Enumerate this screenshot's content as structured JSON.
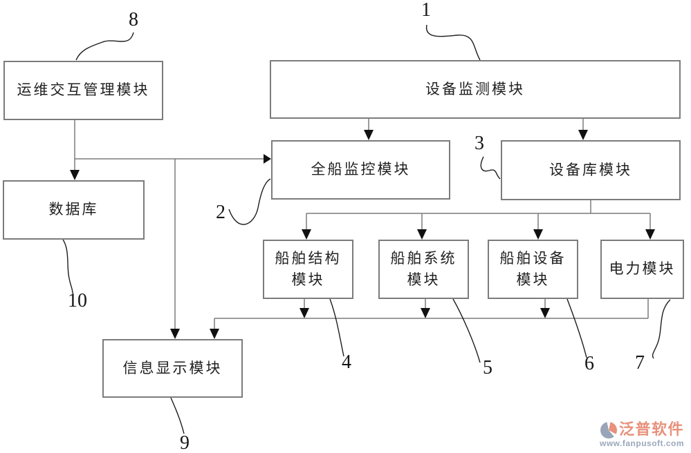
{
  "boxes": {
    "ops": {
      "lines": [
        "运维交互管理模块"
      ]
    },
    "monitor": {
      "lines": [
        "设备监测模块"
      ]
    },
    "ship_monitor": {
      "lines": [
        "全船监控模块"
      ]
    },
    "device_lib": {
      "lines": [
        "设备库模块"
      ]
    },
    "database": {
      "lines": [
        "数据库"
      ]
    },
    "ship_structure": {
      "lines": [
        "船舶结构",
        "模块"
      ]
    },
    "ship_system": {
      "lines": [
        "船舶系统",
        "模块"
      ]
    },
    "ship_device": {
      "lines": [
        "船舶设备",
        "模块"
      ]
    },
    "power": {
      "lines": [
        "电力模块"
      ]
    },
    "info_display": {
      "lines": [
        "信息显示模块"
      ]
    }
  },
  "refs": {
    "r1": "1",
    "r2": "2",
    "r3": "3",
    "r4": "4",
    "r5": "5",
    "r6": "6",
    "r7": "7",
    "r8": "8",
    "r9": "9",
    "r10": "10"
  },
  "ref_targets": {
    "1": "设备监测模块",
    "2": "全船监控模块",
    "3": "设备库模块",
    "4": "船舶结构模块",
    "5": "船舶系统模块",
    "6": "船舶设备模块",
    "7": "电力模块",
    "8": "运维交互管理模块",
    "9": "信息显示模块",
    "10": "数据库"
  },
  "connections": [
    {
      "from": "设备监测模块",
      "to": "全船监控模块",
      "arrow": true
    },
    {
      "from": "设备监测模块",
      "to": "设备库模块",
      "arrow": true
    },
    {
      "from": "运维交互管理模块",
      "to": "数据库",
      "arrow": true
    },
    {
      "from": "运维交互管理模块",
      "to": "全船监控模块",
      "arrow": true
    },
    {
      "from": "运维交互管理模块",
      "to": "信息显示模块",
      "arrow": true
    },
    {
      "from": "设备库模块",
      "to": "船舶结构模块",
      "arrow": true
    },
    {
      "from": "设备库模块",
      "to": "船舶系统模块",
      "arrow": true
    },
    {
      "from": "设备库模块",
      "to": "船舶设备模块",
      "arrow": true
    },
    {
      "from": "设备库模块",
      "to": "电力模块",
      "arrow": true
    },
    {
      "from": "船舶结构模块",
      "to": "信息显示模块",
      "arrow": true
    },
    {
      "from": "船舶系统模块",
      "to": "信息显示模块",
      "arrow": true
    },
    {
      "from": "船舶设备模块",
      "to": "信息显示模块",
      "arrow": true
    },
    {
      "from": "电力模块",
      "to": "信息显示模块",
      "arrow": true
    }
  ],
  "watermark": {
    "brand": "泛普软件",
    "url": "www.fanpusoft.com"
  },
  "colors": {
    "box_border": "#7b7b7b",
    "wire_gray": "#7a7a7a",
    "leader_black": "#1c1c1c",
    "brand_salmon": "#e8917c",
    "brand_blue_gray": "#9aa7bb"
  }
}
